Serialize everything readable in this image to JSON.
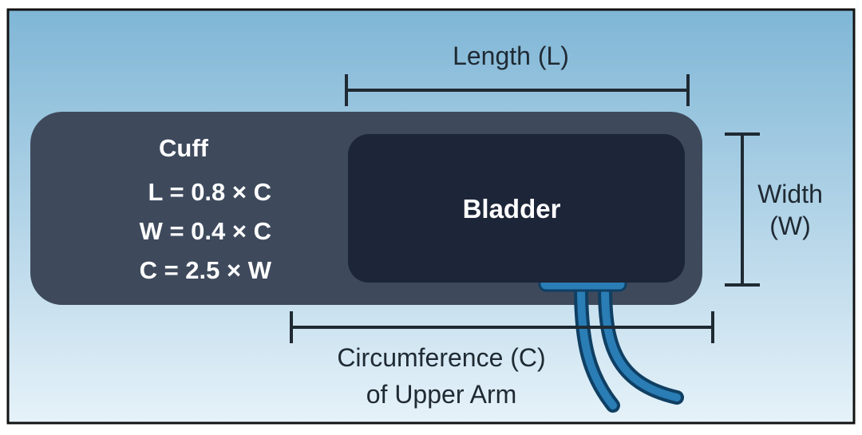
{
  "labels": {
    "length": "Length (L)",
    "width_line1": "Width",
    "width_line2": "(W)",
    "circumference_line1": "Circumference (C)",
    "circumference_line2": "of Upper Arm",
    "bladder": "Bladder"
  },
  "cuff": {
    "title": "Cuff",
    "formulas": [
      "L = 0.8 × C",
      "W = 0.4 × C",
      "C = 2.5 × W"
    ]
  },
  "colors": {
    "background_top": "#7fb6d6",
    "background_bottom": "#e6f2f9",
    "cuff": "#3e4a5c",
    "bladder": "#1d2538",
    "tube": "#1f6fa3",
    "dimension_line": "#1f2a33"
  }
}
